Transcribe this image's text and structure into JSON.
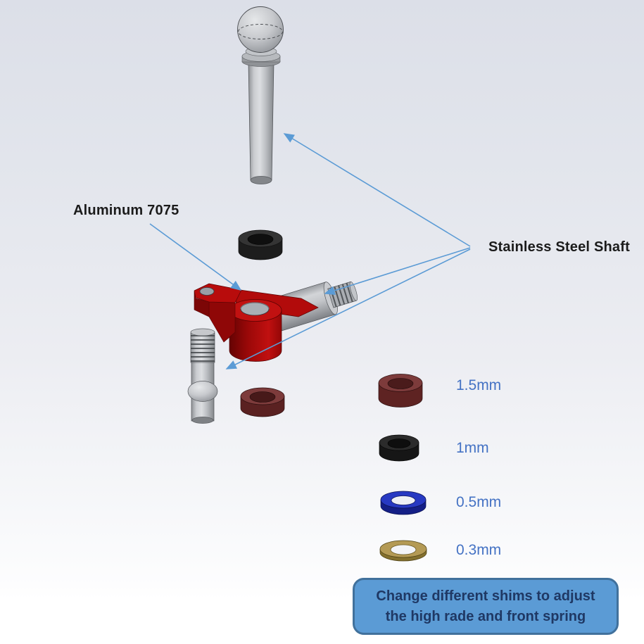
{
  "labels": {
    "aluminum": "Aluminum 7075",
    "shaft": "Stainless Steel Shaft"
  },
  "shims": [
    {
      "label": "1.5mm",
      "color": "#7d3b3b"
    },
    {
      "label": "1mm",
      "color": "#2b2b2b"
    },
    {
      "label": "0.5mm",
      "color": "#2739c2"
    },
    {
      "label": "0.3mm",
      "color": "#b49a55"
    }
  ],
  "callout": {
    "line1": "Change different shims to adjust",
    "line2": "the high rade and front spring"
  },
  "colors": {
    "label_blue": "#4472c4",
    "arrow_blue": "#5b9bd5",
    "callout_fill": "#5b9bd5",
    "callout_border": "#41719c",
    "callout_text": "#1f3864",
    "part_red": "#b80c0c",
    "steel_gray": "#b9bcc0"
  }
}
